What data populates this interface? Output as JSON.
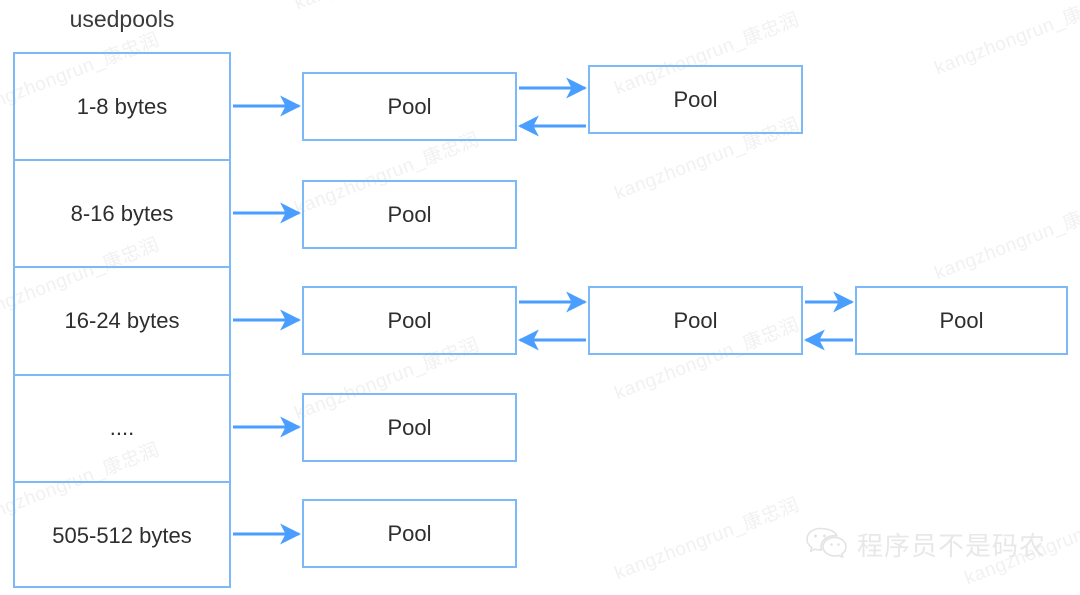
{
  "diagram": {
    "title": "usedpools",
    "accent_border_color": "#7cb9f7",
    "arrow_color": "#4a9eff",
    "text_color": "#2e2e2e",
    "background_color": "#ffffff",
    "size_classes": [
      {
        "label": "1-8 bytes",
        "pool_count": 2
      },
      {
        "label": "8-16 bytes",
        "pool_count": 1
      },
      {
        "label": "16-24 bytes",
        "pool_count": 3
      },
      {
        "label": "....",
        "pool_count": 1
      },
      {
        "label": "505-512 bytes",
        "pool_count": 1
      }
    ],
    "pool_label": "Pool",
    "rows": [
      {
        "pools": [
          "Pool",
          "Pool"
        ]
      },
      {
        "pools": [
          "Pool"
        ]
      },
      {
        "pools": [
          "Pool",
          "Pool",
          "Pool"
        ]
      },
      {
        "pools": [
          "Pool"
        ]
      },
      {
        "pools": [
          "Pool"
        ]
      }
    ]
  },
  "watermark": {
    "text": "kangzhongrun_康忠润",
    "color": "#f1f1f1"
  },
  "brand": {
    "name": "程序员不是码农",
    "icon": "wechat-icon",
    "color": "#e8e8e8"
  }
}
